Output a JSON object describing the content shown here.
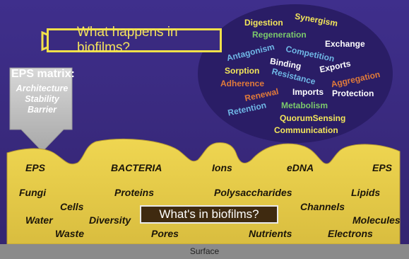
{
  "header": {
    "question_top": "What happens in biofilms?",
    "question_bottom": "What's in biofilms?"
  },
  "eps_matrix": {
    "title": "EPS matrix:",
    "properties": [
      "Architecture",
      "Stability",
      "Barrier"
    ]
  },
  "processes": [
    {
      "text": "Digestion",
      "color": "#f3e65a"
    },
    {
      "text": "Synergism",
      "color": "#f3e65a"
    },
    {
      "text": "Regeneration",
      "color": "#7bc96b"
    },
    {
      "text": "Exchange",
      "color": "#ffffff"
    },
    {
      "text": "Antagonism",
      "color": "#6fb7e6"
    },
    {
      "text": "Competition",
      "color": "#6fb7e6"
    },
    {
      "text": "Binding",
      "color": "#ffffff"
    },
    {
      "text": "Exports",
      "color": "#ffffff"
    },
    {
      "text": "Sorption",
      "color": "#f3e65a"
    },
    {
      "text": "Resistance",
      "color": "#6fb7e6"
    },
    {
      "text": "Aggregation",
      "color": "#e07a3a"
    },
    {
      "text": "Adherence",
      "color": "#e07a3a"
    },
    {
      "text": "Renewal",
      "color": "#e07a3a"
    },
    {
      "text": "Imports",
      "color": "#ffffff"
    },
    {
      "text": "Protection",
      "color": "#ffffff"
    },
    {
      "text": "Retention",
      "color": "#6fb7e6"
    },
    {
      "text": "Metabolism",
      "color": "#7bc96b"
    },
    {
      "text": "QuorumSensing",
      "color": "#f3e65a"
    },
    {
      "text": "Communication",
      "color": "#f3e65a"
    }
  ],
  "components": [
    "EPS",
    "BACTERIA",
    "Ions",
    "eDNA",
    "EPS",
    "Fungi",
    "Proteins",
    "Polysaccharides",
    "Lipids",
    "Cells",
    "Channels",
    "Water",
    "Diversity",
    "Molecules",
    "Waste",
    "Pores",
    "Nutrients",
    "Electrons"
  ],
  "surface_label": "Surface",
  "colors": {
    "background": "#3b2b84",
    "cloud": "#2c1f6b",
    "biofilm": "#e9cf4a",
    "biofilm_dark": "#bfa23a",
    "title_border": "#f1e04a",
    "surface": "#8a8a8a"
  }
}
